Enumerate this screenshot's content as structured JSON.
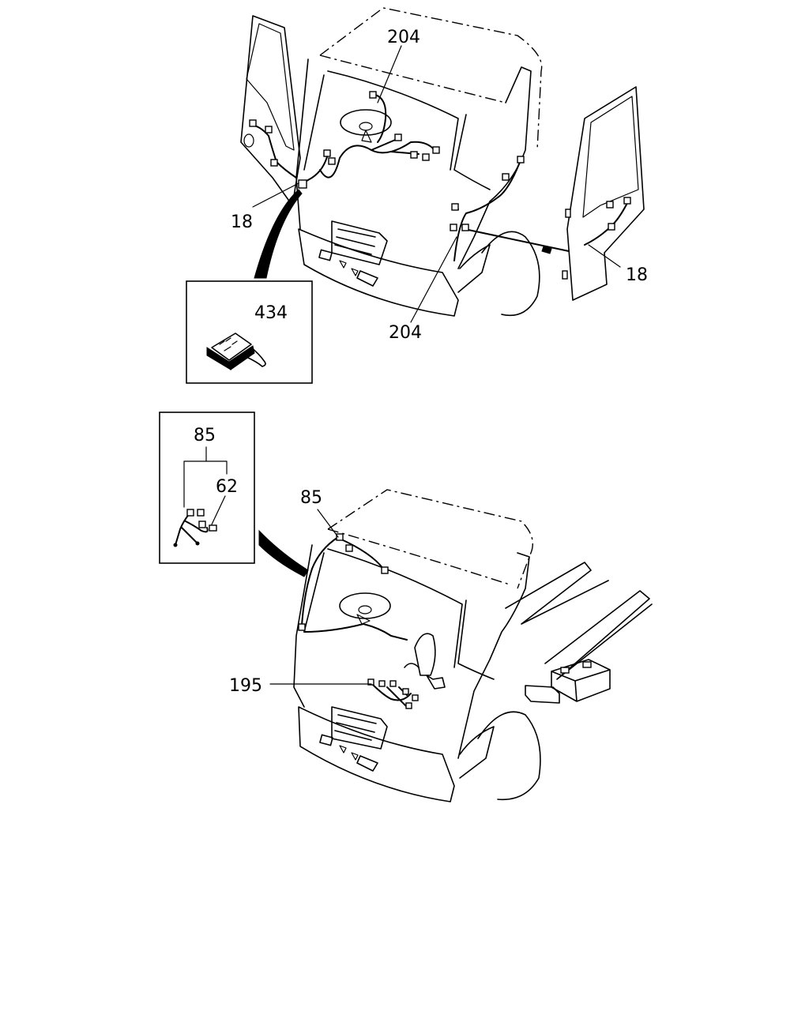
{
  "callouts": {
    "upper_harness_top": "204",
    "upper_harness_bottom": "204",
    "door_harness_left": "18",
    "door_harness_right": "18",
    "connector_detail": "434",
    "sub_harness_group": "85",
    "sub_harness_item": "62",
    "roof_harness": "85",
    "dash_harness": "195"
  }
}
